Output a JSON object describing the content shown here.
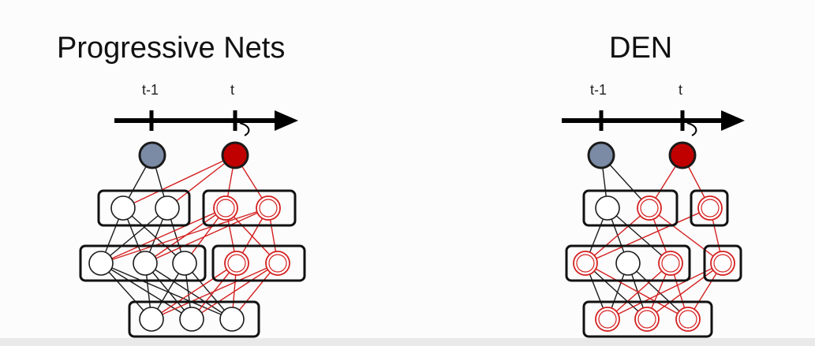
{
  "left_panel": {
    "title": "Progressive Nets",
    "tick_prev": "t-1",
    "tick_curr": "t"
  },
  "right_panel": {
    "title": "DEN",
    "tick_prev": "t-1",
    "tick_curr": "t"
  },
  "colors": {
    "old_task_node": "#7b8ba5",
    "new_task_node": "#c00000",
    "new_unit_stroke": "#d42020",
    "old_unit_stroke": "#1a1a1a",
    "new_edge": "#d42020",
    "old_edge": "#1a1a1a"
  }
}
